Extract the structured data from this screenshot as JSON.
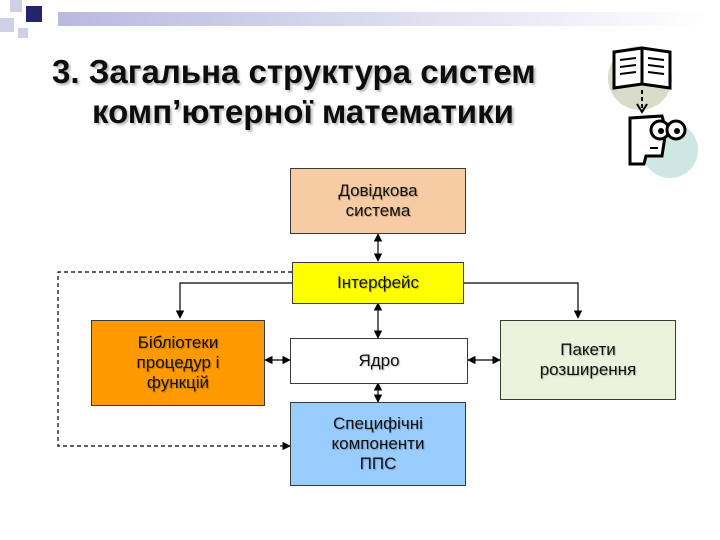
{
  "title": {
    "line1": "3. Загальна структура систем",
    "line2": "комп’ютерної математики"
  },
  "boxes": {
    "reference": "Довідкова\nсистема",
    "interface": "Інтерфейс",
    "libraries": "Бібліотеки\nпроцедур і\nфункцій",
    "kernel": "Ядро",
    "extensions": "Пакети\nрозширення",
    "components": "Специфічні\nкомпоненти\nППС"
  },
  "colors": {
    "reference": "#f7cba4",
    "interface": "#ffff00",
    "libraries": "#ff9900",
    "kernel": "#ffffff",
    "extensions": "#eaf4dc",
    "components": "#99ccff",
    "accent_square": "#24246b"
  },
  "icons": {
    "corner": "squares-decoration-icon",
    "clipart": "book-and-thinker-icon"
  }
}
